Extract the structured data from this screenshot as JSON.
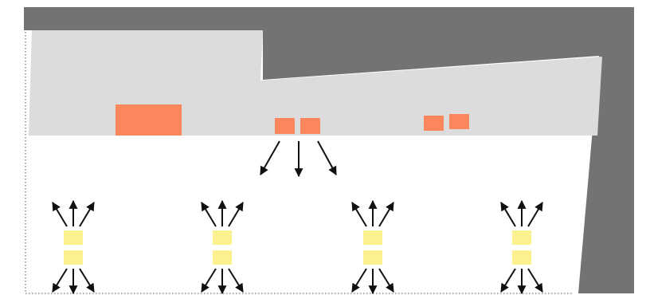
{
  "colors": {
    "background": "#ffffff",
    "wall": "#737375",
    "floor_zone": "#dcdcdd",
    "heat_source": "#fc875d",
    "fixture": "#fbf28f",
    "arrow": "#111111",
    "boundary": "#555555"
  },
  "legend": {},
  "elements": {
    "heat_sources": [
      "large-block",
      "pair-center",
      "pair-right"
    ],
    "fixtures": [
      "fixture-1",
      "fixture-2",
      "fixture-3",
      "fixture-4"
    ]
  }
}
